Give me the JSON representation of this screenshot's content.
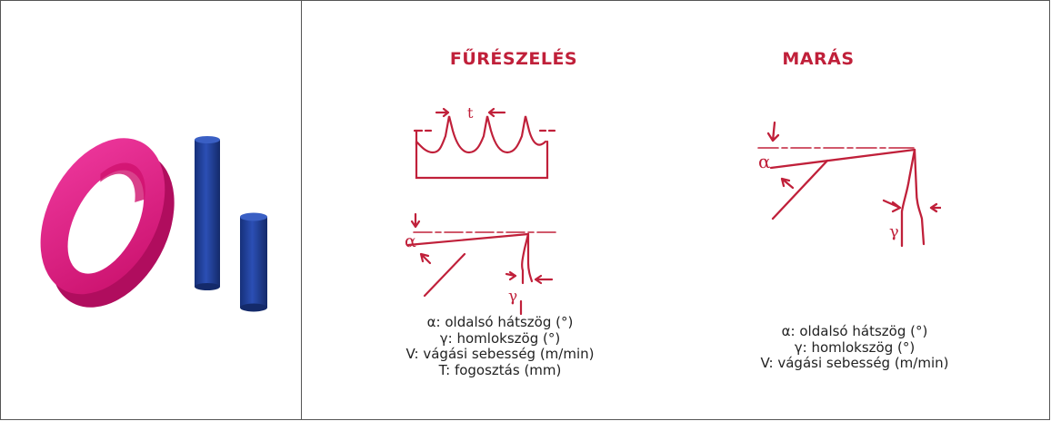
{
  "colors": {
    "accent": "#c0203a",
    "ring": "#e0157f",
    "rod": "#1f3f9a",
    "text": "#222222"
  },
  "sawing": {
    "title": "FŰRÉSZELÉS",
    "tooth_pitch_symbol": "t",
    "angle_alpha_symbol": "α",
    "angle_gamma_symbol": "γ",
    "legend": [
      "α:  oldalsó hátszög (°)",
      "γ:  homlokszög (°)",
      "V:  vágási sebesség (m/min)",
      "T:  fogosztás (mm)"
    ]
  },
  "milling": {
    "title": "MARÁS",
    "angle_alpha_symbol": "α",
    "angle_gamma_symbol": "γ",
    "legend": [
      "α:  oldalsó hátszög (°)",
      "γ:  homlokszög   (°)",
      "V:  vágási sebesség (m/min)"
    ]
  },
  "photo": {
    "icon": "pink-ring-and-blue-rods-photo"
  }
}
